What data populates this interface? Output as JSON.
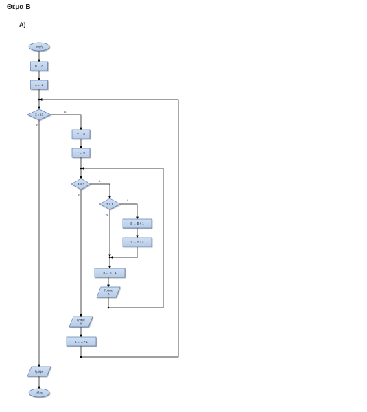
{
  "heading": {
    "title": "Θέμα Β",
    "part": "A)"
  },
  "flowchart": {
    "start": "αρχή",
    "end": "τέλος",
    "box1": "Β ← 0",
    "box2": "Σ ← 1",
    "decision1": "Σ ≤ 10",
    "box3": "Χ ← 0",
    "box4": "Υ ← 0",
    "decision2": "Χ < 5",
    "decision3": "Υ < Χ",
    "box5": "Β ← Β + 1",
    "box6": "Υ ← Υ + 1",
    "box7": "Χ ← Χ + 1",
    "output1": {
      "line1": "Γράψε",
      "line2": "Β"
    },
    "output2": {
      "line1": "Γράψε",
      "line2": "Χ"
    },
    "box8": "Σ ← Σ + 1",
    "output3": "Γράψε",
    "branch_labels": {
      "true": "Α",
      "false": "Ψ"
    }
  },
  "colors": {
    "shape_fill": "#cfdff3",
    "shape_fill_2": "#b7cbe7",
    "shape_stroke": "#5b7db5",
    "line": "#000000"
  }
}
